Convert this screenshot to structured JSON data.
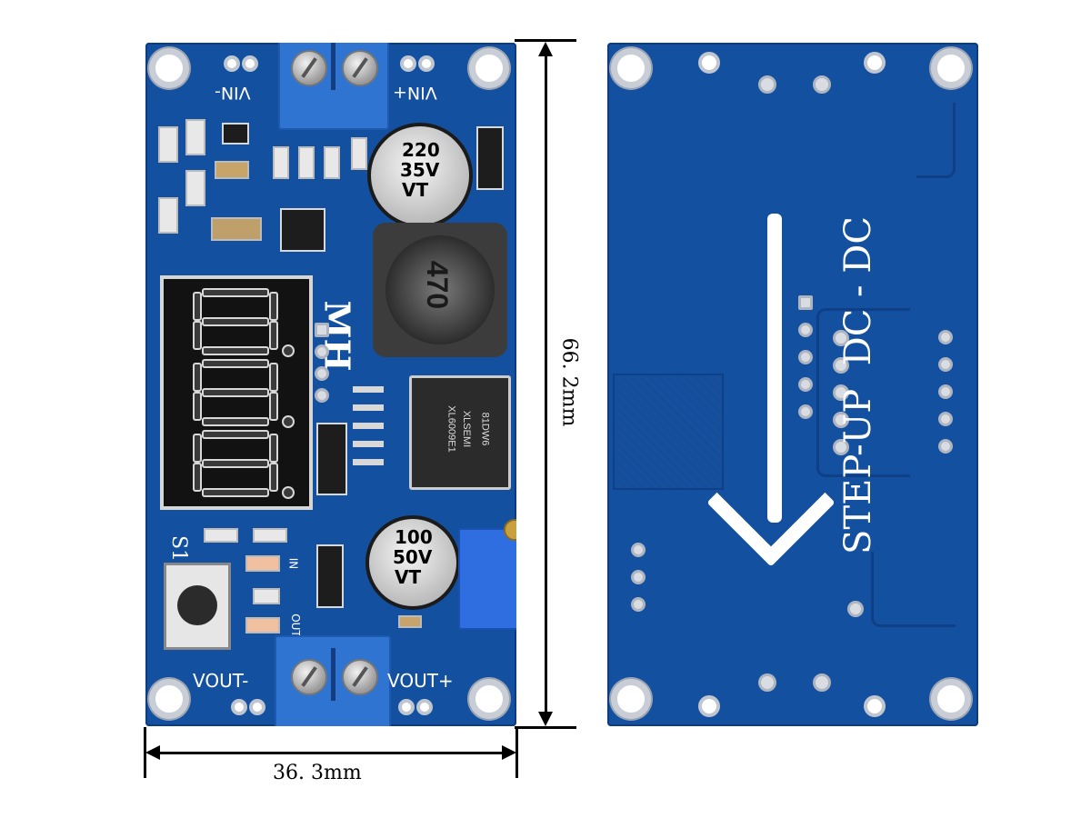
{
  "front": {
    "labels": {
      "vin_minus": "VIN-",
      "vin_plus": "VIN+",
      "vout_minus": "VOUT-",
      "vout_plus": "VOUT+",
      "brand": "MH",
      "s1": "S1",
      "in": "IN",
      "out": "OUT"
    },
    "cap_top": [
      "220",
      "35V",
      "VT"
    ],
    "cap_bottom": [
      "100",
      "50V",
      "VT"
    ],
    "inductor_mark": "470",
    "ic_lines": [
      "XL6009E1",
      "XLSEMI",
      "81DW6"
    ],
    "display_digits": [
      "8.",
      "8.",
      "8."
    ]
  },
  "back": {
    "title": "STEP-UP  DC - DC"
  },
  "dimensions": {
    "height": "66. 2mm",
    "width": "36. 3mm"
  },
  "colors": {
    "pcb": "#1450a0",
    "terminal": "#2f74d0"
  }
}
